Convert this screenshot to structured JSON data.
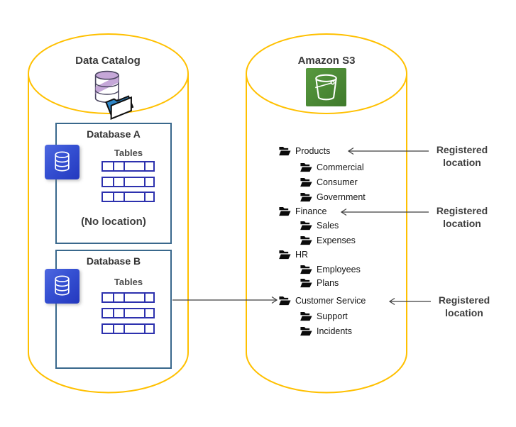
{
  "catalog": {
    "title": "Data Catalog",
    "database_a": {
      "name": "Database A",
      "tables_label": "Tables",
      "location_note": "(No location)"
    },
    "database_b": {
      "name": "Database B",
      "tables_label": "Tables"
    }
  },
  "s3": {
    "title": "Amazon S3",
    "tree": [
      {
        "label": "Products",
        "level": 0
      },
      {
        "label": "Commercial",
        "level": 1
      },
      {
        "label": "Consumer",
        "level": 1
      },
      {
        "label": "Government",
        "level": 1
      },
      {
        "label": "Finance",
        "level": 0
      },
      {
        "label": "Sales",
        "level": 1
      },
      {
        "label": "Expenses",
        "level": 1
      },
      {
        "label": "HR",
        "level": 0
      },
      {
        "label": "Employees",
        "level": 1
      },
      {
        "label": "Plans",
        "level": 1
      },
      {
        "label": "Customer Service",
        "level": 0
      },
      {
        "label": "Support",
        "level": 1
      },
      {
        "label": "Incidents",
        "level": 1
      }
    ]
  },
  "annotations": [
    {
      "text": "Registered location",
      "target": "Products"
    },
    {
      "text": "Registered location",
      "target": "Finance"
    },
    {
      "text": "Registered location",
      "target": "Customer Service"
    }
  ],
  "connections": [
    {
      "from": "Database B",
      "to": "Customer Service"
    }
  ],
  "colors": {
    "cylinder_stroke": "#FFC000",
    "box_border": "#39688C",
    "table_border": "#2D31AE",
    "database_icon_blue": "#3550D2",
    "s3_icon_green": "#4C8A38",
    "catalog_icon_purple": "#C5A7D8",
    "catalog_folder_blue": "#2E86C8",
    "arrow": "#3F3F3F",
    "text": "#3F3F3F"
  }
}
